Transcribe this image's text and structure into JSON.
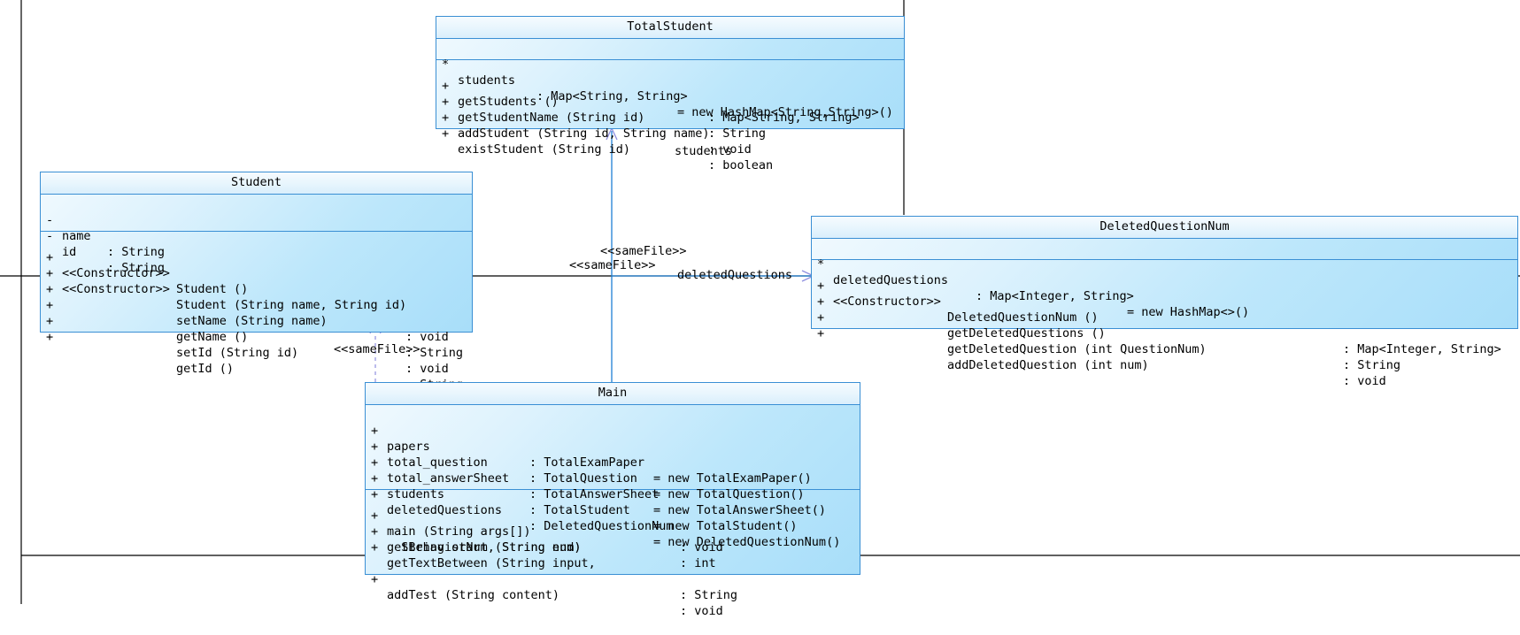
{
  "diagram": {
    "type": "uml-class-diagram",
    "colors": {
      "class_border": "#3a8fd4",
      "class_fill_light": "#f2fafe",
      "class_fill_dark": "#a8def9",
      "association_line": "#1f7fd4",
      "dependency_line": "#8f8fe0",
      "frame_line": "#000000"
    },
    "classes": [
      {
        "id": "TotalStudent",
        "name": "TotalStudent",
        "attributes": [
          {
            "visibility": "*",
            "name": "students",
            "type": ": Map<String, String>",
            "init": "= new HashMap<String,String>()"
          }
        ],
        "operations": [
          {
            "visibility": "+",
            "stereotype": "",
            "name": "getStudents ()",
            "type": ": Map<String, String>"
          },
          {
            "visibility": "+",
            "stereotype": "",
            "name": "getStudentName (String id)",
            "type": ": String"
          },
          {
            "visibility": "+",
            "stereotype": "",
            "name": "addStudent (String id, String name)",
            "type": ": void"
          },
          {
            "visibility": "+",
            "stereotype": "",
            "name": "existStudent (String id)",
            "type": ": boolean"
          }
        ]
      },
      {
        "id": "Student",
        "name": "Student",
        "attributes": [
          {
            "visibility": "-",
            "name": "name",
            "type": ": String",
            "init": ""
          },
          {
            "visibility": "-",
            "name": "id",
            "type": ": String",
            "init": ""
          }
        ],
        "operations": [
          {
            "visibility": "+",
            "stereotype": "<<Constructor>>",
            "name": "Student ()",
            "type": ""
          },
          {
            "visibility": "+",
            "stereotype": "<<Constructor>>",
            "name": "Student (String name, String id)",
            "type": ""
          },
          {
            "visibility": "+",
            "stereotype": "",
            "name": "setName (String name)",
            "type": ": void"
          },
          {
            "visibility": "+",
            "stereotype": "",
            "name": "getName ()",
            "type": ": String"
          },
          {
            "visibility": "+",
            "stereotype": "",
            "name": "setId (String id)",
            "type": ": void"
          },
          {
            "visibility": "+",
            "stereotype": "",
            "name": "getId ()",
            "type": ": String"
          }
        ]
      },
      {
        "id": "DeletedQuestionNum",
        "name": "DeletedQuestionNum",
        "attributes": [
          {
            "visibility": "*",
            "name": "deletedQuestions",
            "type": ": Map<Integer, String>",
            "init": "= new HashMap<>()"
          }
        ],
        "operations": [
          {
            "visibility": "+",
            "stereotype": "<<Constructor>>",
            "name": "DeletedQuestionNum ()",
            "type": ""
          },
          {
            "visibility": "+",
            "stereotype": "",
            "name": "getDeletedQuestions ()",
            "type": ": Map<Integer, String>"
          },
          {
            "visibility": "+",
            "stereotype": "",
            "name": "getDeletedQuestion (int QuestionNum)",
            "type": ": String"
          },
          {
            "visibility": "+",
            "stereotype": "",
            "name": "addDeletedQuestion (int num)",
            "type": ": void"
          }
        ]
      },
      {
        "id": "Main",
        "name": "Main",
        "attributes": [
          {
            "visibility": "+",
            "name": "papers",
            "type": ": TotalExamPaper",
            "init": "= new TotalExamPaper()"
          },
          {
            "visibility": "+",
            "name": "total_question",
            "type": ": TotalQuestion",
            "init": "= new TotalQuestion()"
          },
          {
            "visibility": "+",
            "name": "total_answerSheet",
            "type": ": TotalAnswerSheet",
            "init": "= new TotalAnswerSheet()"
          },
          {
            "visibility": "+",
            "name": "students",
            "type": ": TotalStudent",
            "init": "= new TotalStudent()"
          },
          {
            "visibility": "+",
            "name": "deletedQuestions",
            "type": ": DeletedQuestionNum",
            "init": "= new DeletedQuestionNum()"
          }
        ],
        "operations": [
          {
            "visibility": "+",
            "stereotype": "",
            "name": "main (String args[])",
            "type": ": void"
          },
          {
            "visibility": "+",
            "stereotype": "",
            "name": "getBehaviorNum (String num)",
            "type": ": int"
          },
          {
            "visibility": "+",
            "stereotype": "",
            "name": "getTextBetween (String input,",
            "name2": "  String start, String end)",
            "type": ": String"
          },
          {
            "visibility": "+",
            "stereotype": "",
            "name": "addTest (String content)",
            "type": ": void"
          }
        ]
      }
    ],
    "edge_labels": [
      {
        "id": "students",
        "text": "students"
      },
      {
        "id": "deletedQuestions",
        "text": "deletedQuestions"
      },
      {
        "id": "samefile-main-totalstudent",
        "text": "<<sameFile>>"
      },
      {
        "id": "samefile-main-deleted",
        "text": "<<sameFile>>"
      },
      {
        "id": "samefile-student-main",
        "text": "<<sameFile>>"
      }
    ]
  }
}
